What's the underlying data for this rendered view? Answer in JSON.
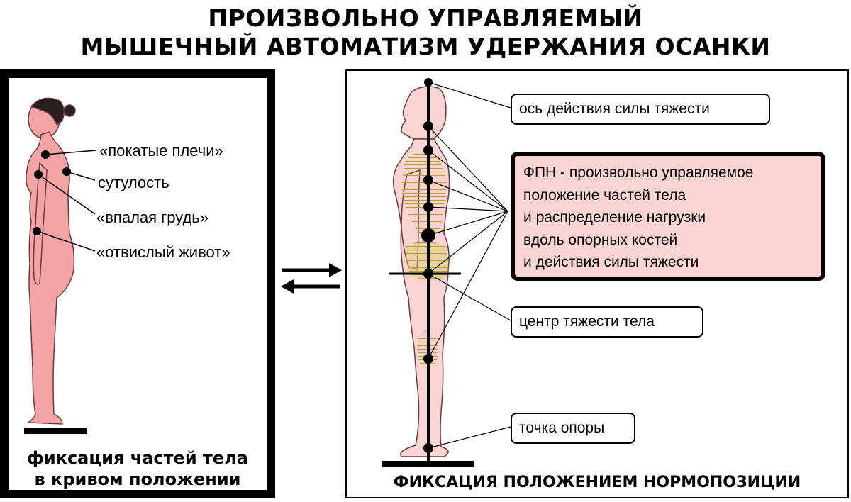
{
  "title": {
    "line1": "ПРОИЗВОЛЬНО УПРАВЛЯЕМЫЙ",
    "line2": "МЫШЕЧНЫЙ АВТОМАТИЗМ УДЕРЖАНИЯ ОСАНКИ"
  },
  "left_panel": {
    "labels": {
      "shoulders": "«покатые плечи»",
      "stoop": "сутулость",
      "chest": "«впалая грудь»",
      "belly": "«отвислый живот»"
    },
    "caption_line1": "фиксация частей тела",
    "caption_line2": "в кривом положении"
  },
  "right_panel": {
    "axis_label": "ось действия силы тяжести",
    "fpn_lines": [
      "ФПН - произвольно управляемое",
      "положение частей тела",
      "и распределение нагрузки",
      "вдоль опорных костей",
      "и действия силы тяжести"
    ],
    "center_label": "центр тяжести тела",
    "support_label": "точка опоры",
    "caption": "ФИКСАЦИЯ ПОЛОЖЕНИЕМ НОРМОПОЗИЦИИ"
  },
  "colors": {
    "skin_fill": "#f4a3a6",
    "skin_light": "#fad4d2",
    "fpn_fill": "#fbd5d3",
    "hatch": "#b7a23a",
    "ink": "#000000"
  }
}
